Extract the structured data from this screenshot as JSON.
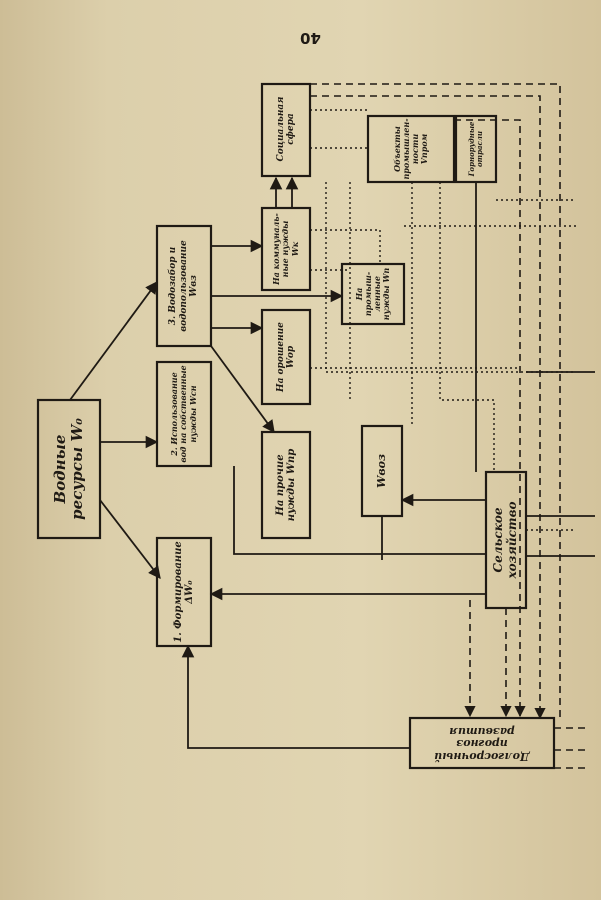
{
  "page_number": "40",
  "blocks": {
    "water_resources": "Водные\nресурсы W₀",
    "formation": "1. Формирование\nΔW₀",
    "own_needs": "2. Использование\nвод на собственные\nнужды Wсн",
    "water_intake": "3. Водозабор и\nводопользование\nWвз",
    "social": "Социальная\nсфера",
    "public_utility": "На коммуналь-\nные нужды\nWк",
    "industrial_needs": "На промыш-\nленные\nнужды Wп",
    "irrigation": "На орошение\nWор",
    "other_needs": "На прочие\nнужды Wпр",
    "return_waters": "Wвоз",
    "industry_objects": "Объекты\nпромышлен-\nности\nVпром",
    "mining": "Горнорудные\nотрасли",
    "agriculture": "Сельское\nхозяйство",
    "forecast": "Долгосрочный\nпрогноз\nразвития"
  }
}
